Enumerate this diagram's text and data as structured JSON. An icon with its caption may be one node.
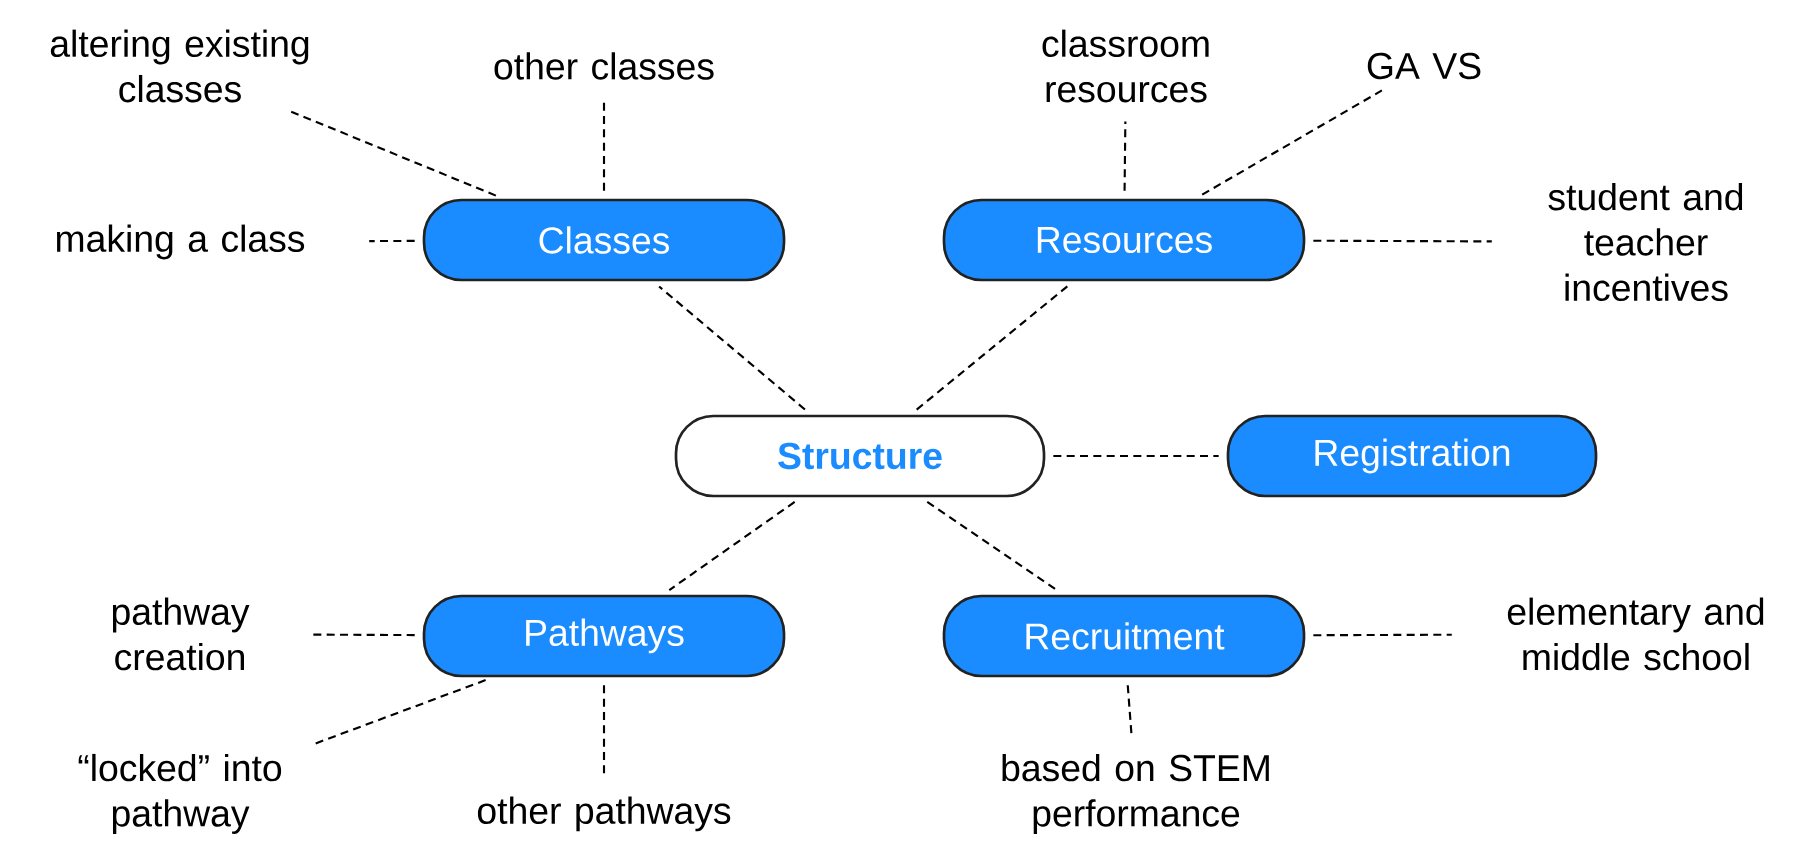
{
  "diagram": {
    "nodes": [
      {
        "text": [
          "Structure"
        ]
      },
      {
        "text": [
          "Classes"
        ]
      },
      {
        "text": [
          "Resources"
        ]
      },
      {
        "text": [
          "Registration"
        ]
      },
      {
        "text": [
          "Pathways"
        ]
      },
      {
        "text": [
          "Recruitment"
        ]
      },
      {
        "text": [
          "altering existing classes"
        ]
      },
      {
        "text": [
          "other classes"
        ]
      },
      {
        "text": [
          "making a class"
        ]
      },
      {
        "text": [
          "classroom resources"
        ]
      },
      {
        "text": [
          "GA VS"
        ]
      },
      {
        "text": [
          "student and teacher incentives"
        ]
      },
      {
        "text": [
          "pathway creation"
        ]
      },
      {
        "text": [
          "“locked” into pathway"
        ]
      },
      {
        "text": [
          "other pathways"
        ]
      },
      {
        "text": [
          "elementary and middle school"
        ]
      },
      {
        "text": [
          "based on STEM performance"
        ]
      }
    ],
    "edges": [
      {
        "from": 0,
        "to": 1,
        "arrow": "none"
      },
      {
        "from": 0,
        "to": 2,
        "arrow": "none"
      },
      {
        "from": 0,
        "to": 3,
        "arrow": "none"
      },
      {
        "from": 0,
        "to": 4,
        "arrow": "none"
      },
      {
        "from": 0,
        "to": 5,
        "arrow": "none"
      },
      {
        "from": 1,
        "to": 6,
        "arrow": "none"
      },
      {
        "from": 1,
        "to": 7,
        "arrow": "none"
      },
      {
        "from": 1,
        "to": 8,
        "arrow": "none"
      },
      {
        "from": 2,
        "to": 9,
        "arrow": "none"
      },
      {
        "from": 2,
        "to": 10,
        "arrow": "none"
      },
      {
        "from": 2,
        "to": 11,
        "arrow": "none"
      },
      {
        "from": 4,
        "to": 12,
        "arrow": "none"
      },
      {
        "from": 4,
        "to": 13,
        "arrow": "none"
      },
      {
        "from": 4,
        "to": 14,
        "arrow": "none"
      },
      {
        "from": 5,
        "to": 15,
        "arrow": "none"
      },
      {
        "from": 5,
        "to": 16,
        "arrow": "none"
      }
    ]
  }
}
